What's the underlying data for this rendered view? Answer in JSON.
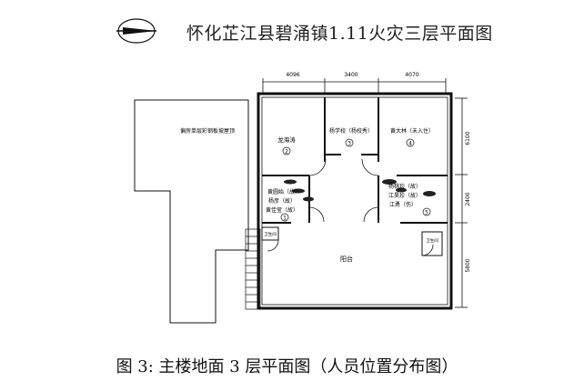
{
  "title": "怀化芷江县碧涌镇1.11火灾三层平面图",
  "caption": "图 3:  主楼地面 3 层平面图（人员位置分布图）",
  "dims_top": [
    "4096",
    "3400",
    "4070"
  ],
  "dims_right": [
    "6100",
    "2400",
    "5800"
  ],
  "annex_label": "偏房单层彩钢板坡屋顶",
  "balcony_label": "阳台",
  "stair_label": "卫生间",
  "rooms": [
    {
      "id": "2",
      "occupants": [
        "龙海涛"
      ]
    },
    {
      "id": "3",
      "occupants": [
        "杨学校（杨校秀）"
      ]
    },
    {
      "id": "4",
      "occupants": [
        "黄大林（未入住）"
      ]
    },
    {
      "id": "1",
      "occupants": [
        "黄圆始（故）",
        "杨彦（故）",
        "黄佳莹（故）"
      ]
    },
    {
      "id": "5",
      "occupants": [
        "杨桃珍（故）",
        "江昊珍（故）",
        "江勇（伤）"
      ]
    }
  ]
}
